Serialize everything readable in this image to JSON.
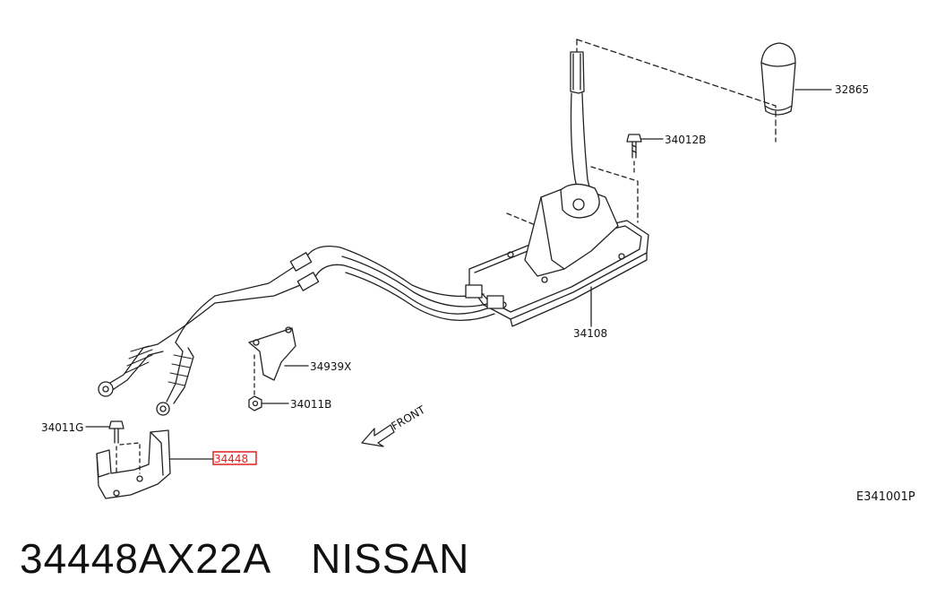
{
  "diagram": {
    "labels": {
      "knob": "32865",
      "bolt_top": "34012B",
      "shifter_base": "34108",
      "bracket_mid": "34939X",
      "nut_mid": "34011B",
      "bolt_left": "34011G",
      "highlighted_part": "34448",
      "front": "FRONT",
      "drawing_code": "E341001P"
    },
    "highlight_color": "#e02020"
  },
  "footer": {
    "part_number": "34448AX22A",
    "brand": "NISSAN"
  }
}
